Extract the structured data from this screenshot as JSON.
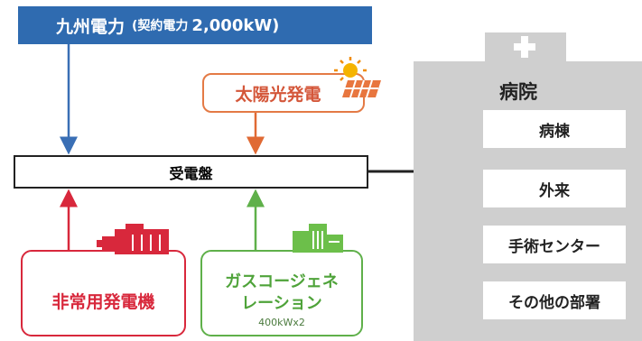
{
  "supply": {
    "title": "九州電力",
    "contract_label": "(契約電力",
    "contract_value": "2,000kW)"
  },
  "solar": {
    "label": "太陽光発電"
  },
  "switchboard": {
    "label": "受電盤"
  },
  "emergency_generator": {
    "label": "非常用発電機"
  },
  "cogeneration": {
    "line1": "ガスコージェネ",
    "line2": "レーション",
    "capacity": "400kWx2"
  },
  "hospital": {
    "title": "病院",
    "departments": [
      "病棟",
      "外来",
      "手術センター",
      "その他の部署"
    ]
  },
  "colors": {
    "kyushu_blue": "#2f6bb0",
    "solar_orange": "#e47a45",
    "emergency_red": "#d8283c",
    "cogeneration_green": "#5fb04a",
    "hospital_gray": "#cfcfcf"
  }
}
